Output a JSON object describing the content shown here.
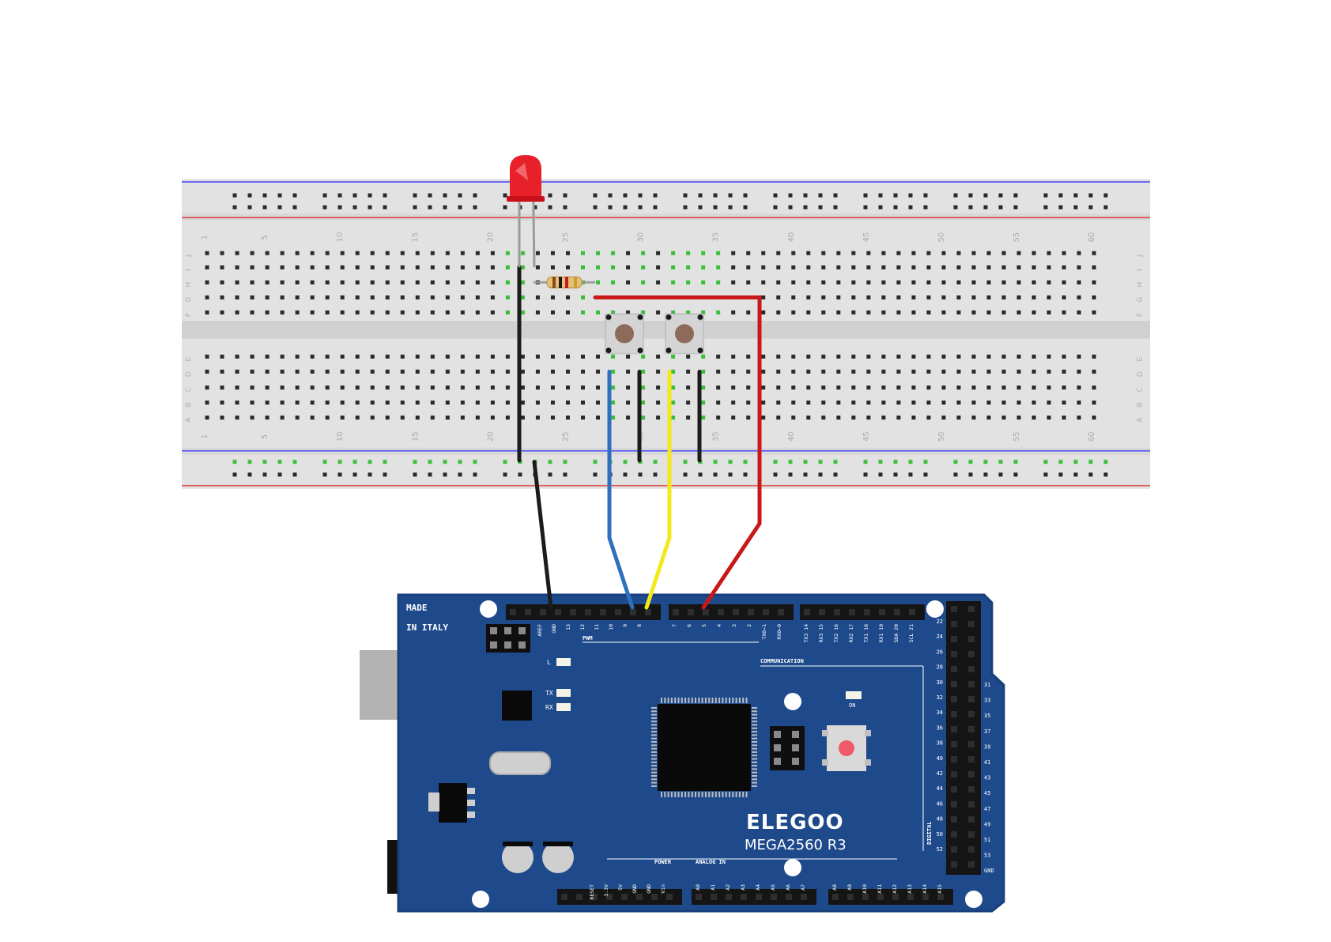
{
  "breadboard": {
    "top_col_numbers": [
      "1",
      "5",
      "10",
      "15",
      "20",
      "25",
      "30",
      "35",
      "40",
      "45",
      "50",
      "55",
      "60"
    ],
    "bottom_col_numbers": [
      "1",
      "5",
      "10",
      "15",
      "20",
      "25",
      "30",
      "35",
      "40",
      "45",
      "50",
      "55",
      "60"
    ],
    "row_letters_top": [
      "J",
      "I",
      "H",
      "G",
      "F"
    ],
    "row_letters_bottom": [
      "E",
      "D",
      "C",
      "B",
      "A"
    ]
  },
  "board": {
    "made_line1": "MADE",
    "made_line2": "IN ITALY",
    "brand": "ELEGOO",
    "model": "MEGA2560  R3",
    "pwm_label": "PWM",
    "communication_label": "COMMUNICATION",
    "power_label": "POWER",
    "analog_label": "ANALOG   IN",
    "digital_label": "DIGITAL",
    "led_l_label": "L",
    "led_tx_label": "TX",
    "led_rx_label": "RX",
    "led_on_label": "ON",
    "pwm_pins": [
      "AREF",
      "GND",
      "13",
      "12",
      "11",
      "10",
      "9",
      "8"
    ],
    "pwm_pins2": [
      "7",
      "6",
      "5",
      "4",
      "3",
      "2",
      "TX0→1",
      "RX0←0"
    ],
    "comm_pins": [
      "TX3 14",
      "RX3 15",
      "TX2 16",
      "RX2 17",
      "TX1 18",
      "RX1 19",
      "SDA 20",
      "SCL 21"
    ],
    "power_pins": [
      "RESET",
      "3.3V",
      "5V",
      "GND",
      "GND",
      "Vin"
    ],
    "analog_pins": [
      "A0",
      "A1",
      "A2",
      "A3",
      "A4",
      "A5",
      "A6",
      "A7"
    ],
    "analog_pins2": [
      "A8",
      "A9",
      "A10",
      "A11",
      "A12",
      "A13",
      "A14",
      "A15"
    ],
    "digital_left": [
      "22",
      "24",
      "26",
      "28",
      "30",
      "32",
      "34",
      "36",
      "38",
      "40",
      "42",
      "44",
      "46",
      "48",
      "50",
      "52"
    ],
    "digital_right": [
      "31",
      "33",
      "35",
      "37",
      "39",
      "41",
      "43",
      "45",
      "47",
      "49",
      "51",
      "53",
      "GND"
    ]
  },
  "colors": {
    "board_blue": "#1e4a8c",
    "board_edge": "#17407c",
    "breadboard_bg": "#e2e2e2",
    "rail_blue_line": "#6a6af0",
    "rail_red_line": "#e06060",
    "hole": "#2a2a2a",
    "hole_active": "#3bbf3b",
    "wire_black": "#1c1c1c",
    "wire_blue": "#2f6fc0",
    "wire_yellow": "#f3e81a",
    "wire_red": "#c81818",
    "led_red": "#e8202a"
  },
  "icons": {
    "led": "red-led-icon",
    "resistor": "resistor-icon",
    "button": "push-button-icon",
    "usb": "usb-connector-icon",
    "chip": "microcontroller-icon"
  }
}
